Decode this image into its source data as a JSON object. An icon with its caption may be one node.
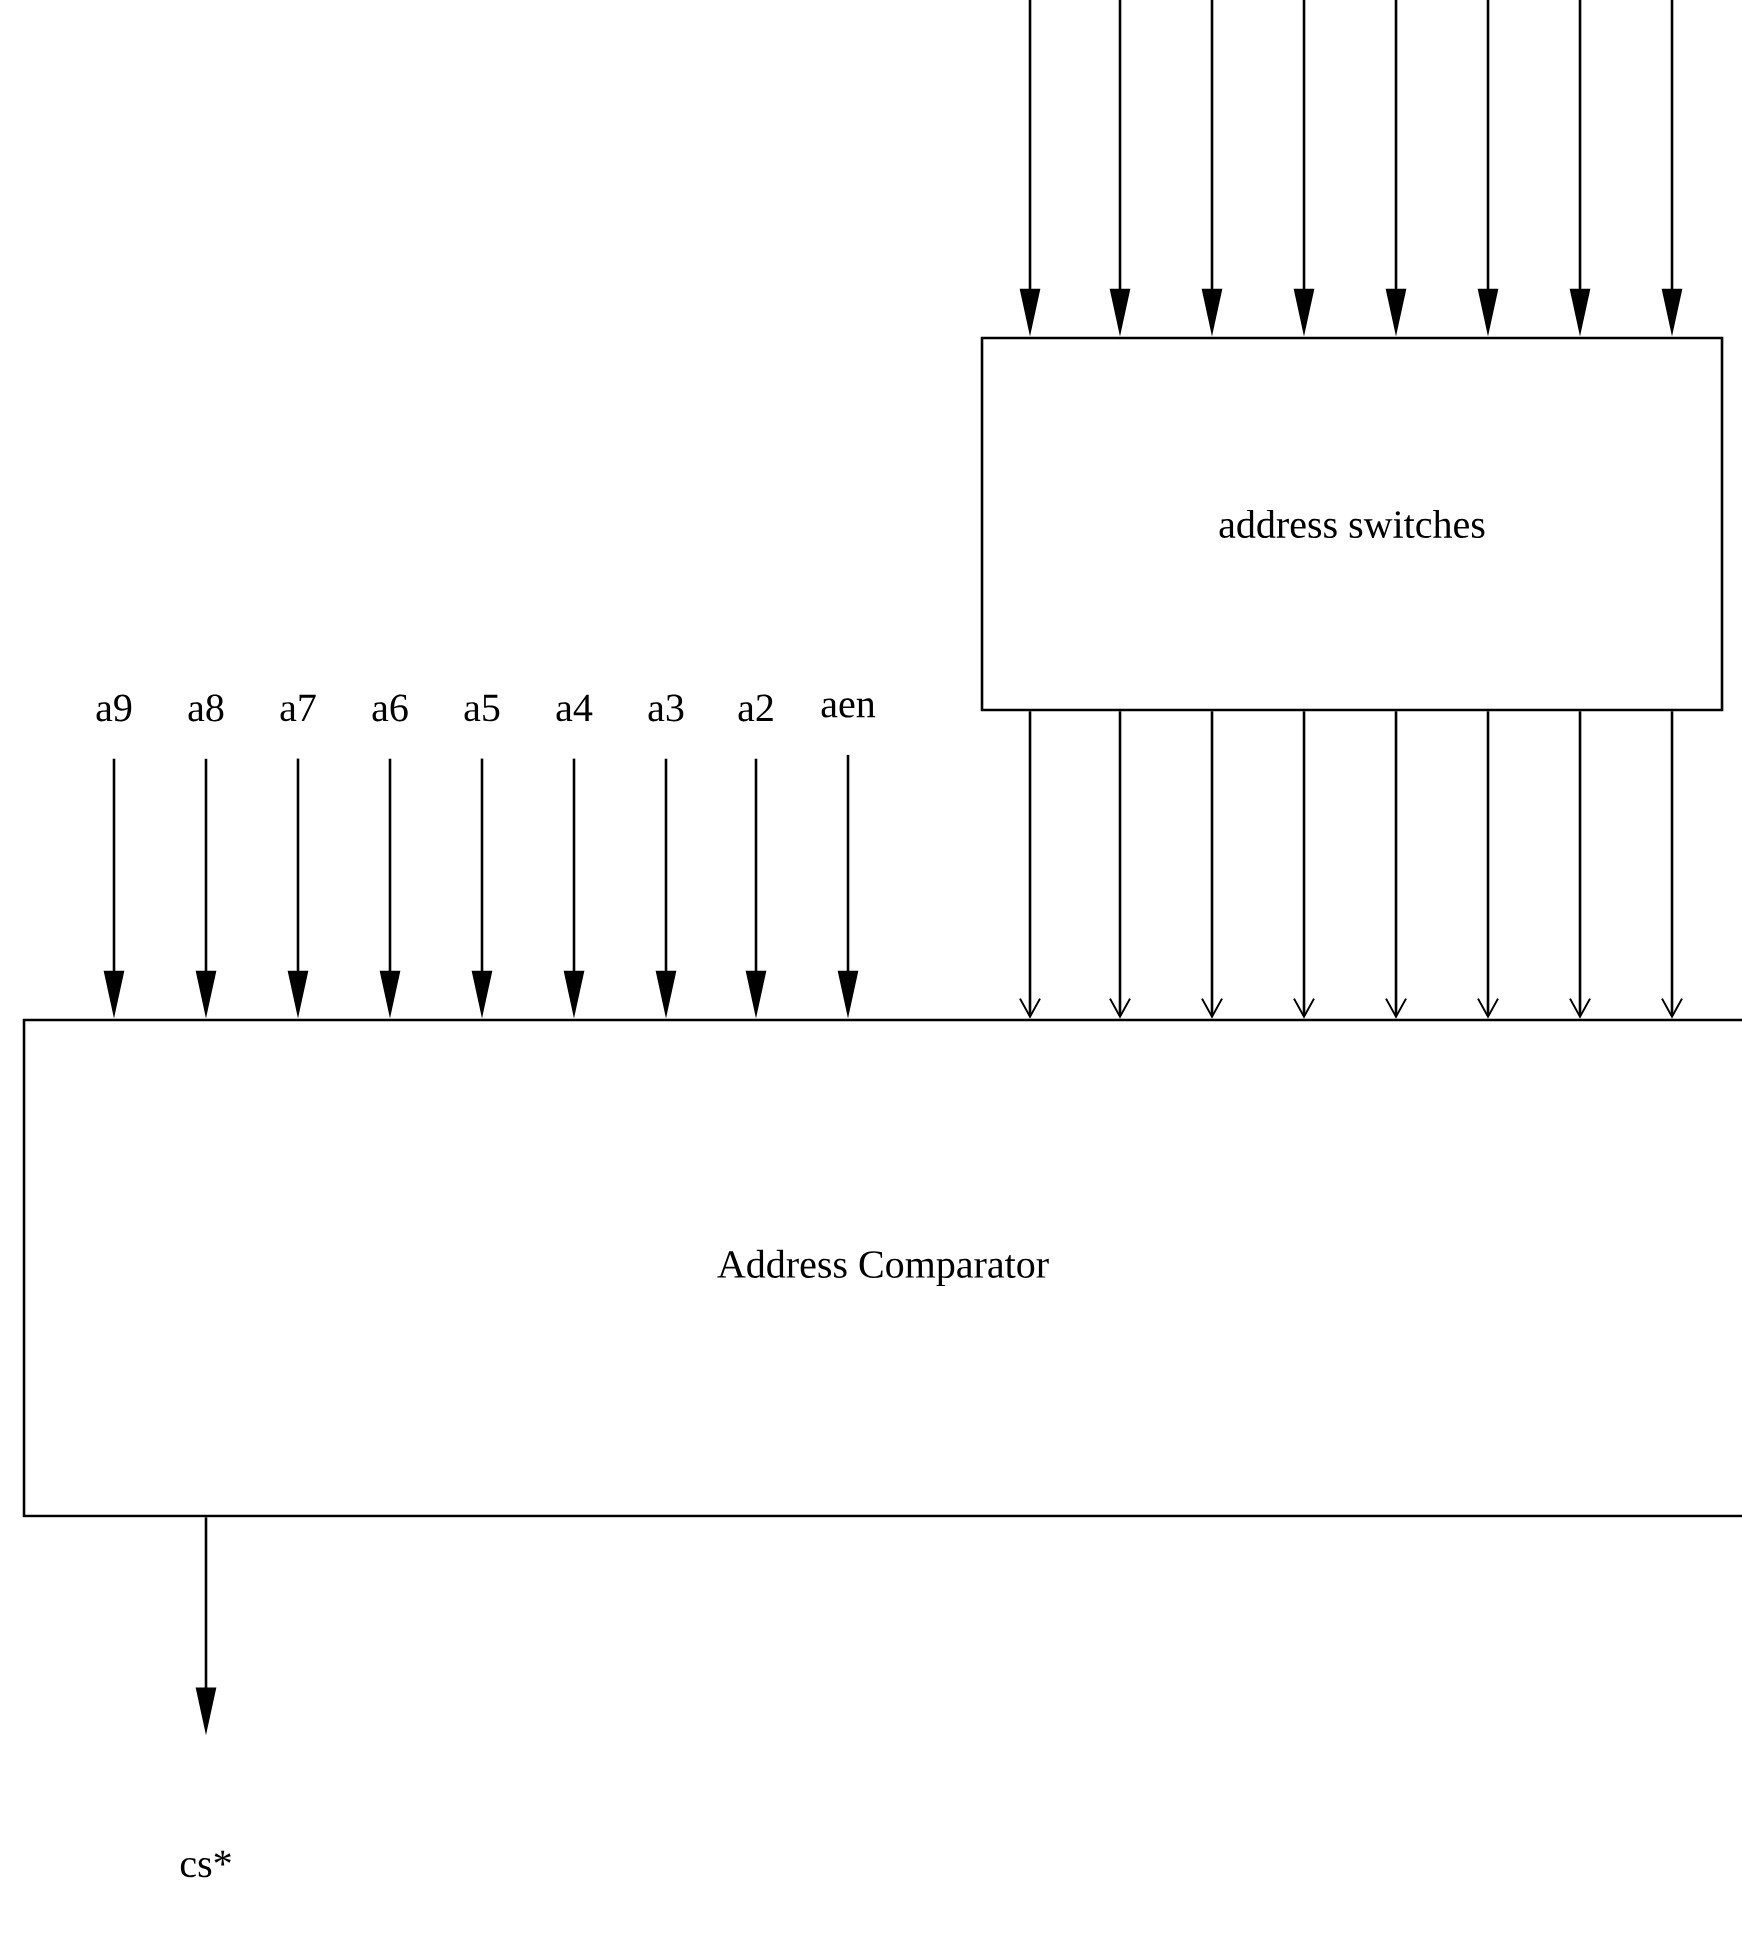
{
  "diagram": {
    "nodes": [
      {
        "text": [
          "address switches"
        ]
      },
      {
        "text": [
          "Address Comparator"
        ]
      },
      {
        "text": [
          "a9"
        ]
      },
      {
        "text": [
          "a8"
        ]
      },
      {
        "text": [
          "a7"
        ]
      },
      {
        "text": [
          "a6"
        ]
      },
      {
        "text": [
          "a5"
        ]
      },
      {
        "text": [
          "a4"
        ]
      },
      {
        "text": [
          "a3"
        ]
      },
      {
        "text": [
          "a2"
        ]
      },
      {
        "text": [
          "aen"
        ]
      },
      {
        "text": [
          "cs*"
        ]
      }
    ],
    "edges": [
      {
        "from": null,
        "to": 0,
        "arrow": "to"
      },
      {
        "from": null,
        "to": 0,
        "arrow": "to"
      },
      {
        "from": null,
        "to": 0,
        "arrow": "to"
      },
      {
        "from": null,
        "to": 0,
        "arrow": "to"
      },
      {
        "from": null,
        "to": 0,
        "arrow": "to"
      },
      {
        "from": null,
        "to": 0,
        "arrow": "to"
      },
      {
        "from": null,
        "to": 0,
        "arrow": "to"
      },
      {
        "from": null,
        "to": 0,
        "arrow": "to"
      },
      {
        "from": 0,
        "to": 1,
        "arrow": "to"
      },
      {
        "from": 0,
        "to": 1,
        "arrow": "to"
      },
      {
        "from": 0,
        "to": 1,
        "arrow": "to"
      },
      {
        "from": 0,
        "to": 1,
        "arrow": "to"
      },
      {
        "from": 0,
        "to": 1,
        "arrow": "to"
      },
      {
        "from": 0,
        "to": 1,
        "arrow": "to"
      },
      {
        "from": 0,
        "to": 1,
        "arrow": "to"
      },
      {
        "from": 0,
        "to": 1,
        "arrow": "to"
      },
      {
        "from": 2,
        "to": 1,
        "arrow": "to"
      },
      {
        "from": 3,
        "to": 1,
        "arrow": "to"
      },
      {
        "from": 4,
        "to": 1,
        "arrow": "to"
      },
      {
        "from": 5,
        "to": 1,
        "arrow": "to"
      },
      {
        "from": 6,
        "to": 1,
        "arrow": "to"
      },
      {
        "from": 7,
        "to": 1,
        "arrow": "to"
      },
      {
        "from": 8,
        "to": 1,
        "arrow": "to"
      },
      {
        "from": 9,
        "to": 1,
        "arrow": "to"
      },
      {
        "from": 10,
        "to": 1,
        "arrow": "to"
      },
      {
        "from": 1,
        "to": 11,
        "arrow": "to"
      }
    ]
  }
}
